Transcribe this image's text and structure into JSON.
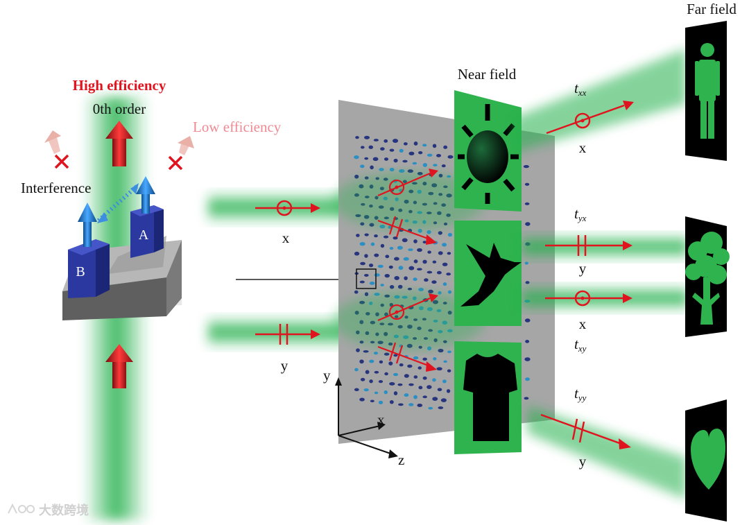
{
  "labels": {
    "high_efficiency": "High efficiency",
    "zeroth_order": "0th order",
    "low_efficiency": "Low efficiency",
    "interference": "Interference",
    "pillar_a": "A",
    "pillar_b": "B",
    "near_field": "Near field",
    "far_field": "Far field"
  },
  "inputs": [
    {
      "polarization": "x"
    },
    {
      "polarization": "y"
    }
  ],
  "axes": {
    "x": "x",
    "y": "y",
    "z": "z"
  },
  "near_field_images": [
    "sun",
    "hummingbird",
    "t-shirt"
  ],
  "outputs": [
    {
      "coef": "t",
      "sub": "xx",
      "polarization": "x"
    },
    {
      "coef": "t",
      "sub": "yx",
      "polarization": "y"
    },
    {
      "coef": "t",
      "sub": "xy",
      "polarization": "x"
    },
    {
      "coef": "t",
      "sub": "yy",
      "polarization": "y"
    }
  ],
  "far_field_images": [
    "person",
    "tree",
    "heart"
  ],
  "watermark": "大数跨境",
  "colors": {
    "beam_green": "#22b04b",
    "arrow_red": "#e0141e",
    "pillar_blue": "#2f3fa8",
    "screen_green": "#2fb34e",
    "metasurface_gray": "#a6a6a6"
  }
}
